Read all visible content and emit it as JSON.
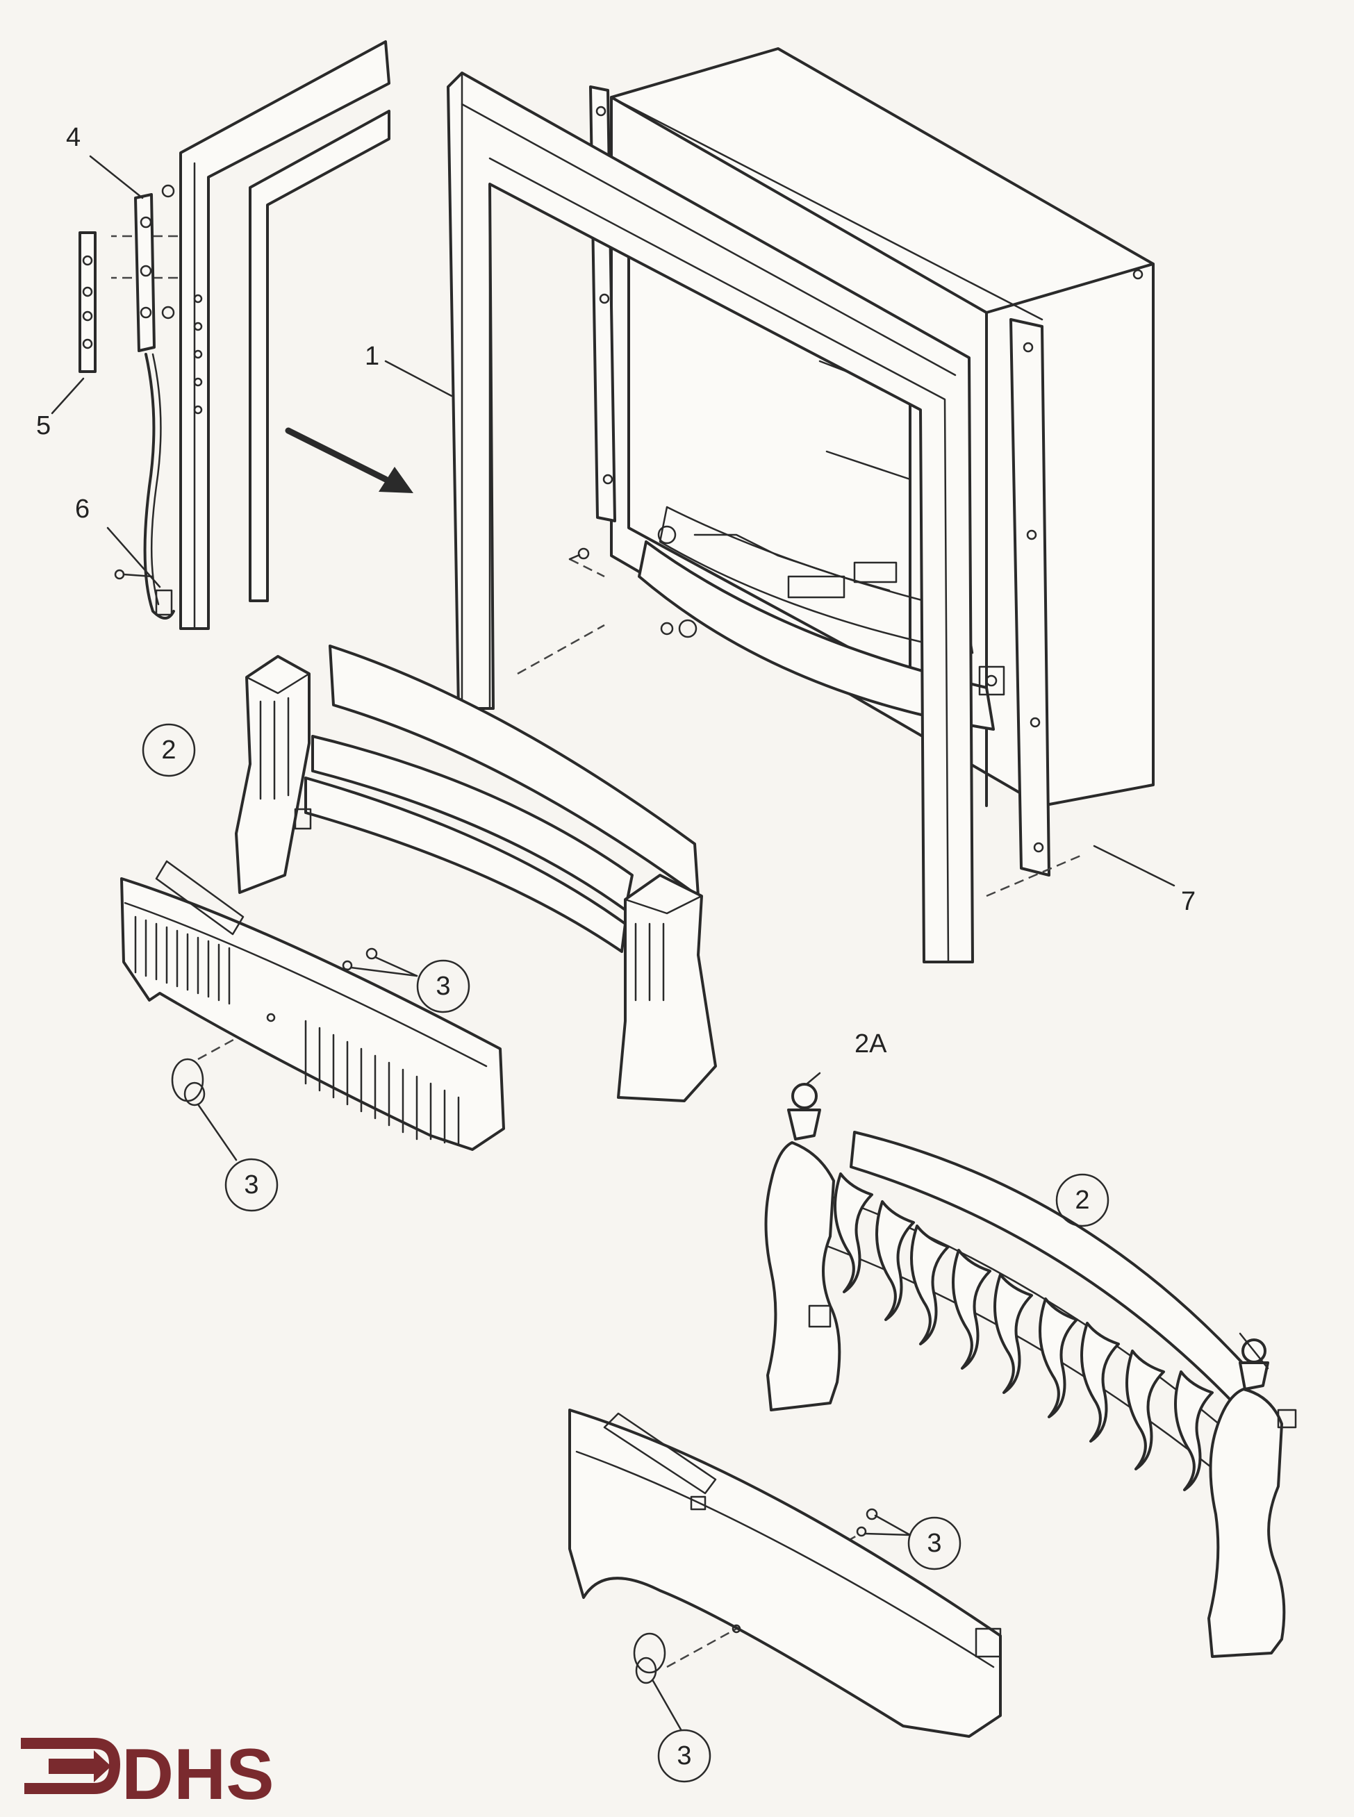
{
  "labels": {
    "part_1": "1",
    "part_2": "2",
    "part_2_alt": "2",
    "part_2a": "2A",
    "part_3_screws_top": "3",
    "part_3_knob_top": "3",
    "part_3_screws_bottom": "3",
    "part_3_knob_bottom": "3",
    "part_4": "4",
    "part_5": "5",
    "part_6": "6",
    "part_7": "7"
  },
  "logo": {
    "text": "DHS",
    "color": "#7a2a2e"
  },
  "colors": {
    "line": "#2a2a2a",
    "paper": "#f7f5f1"
  }
}
